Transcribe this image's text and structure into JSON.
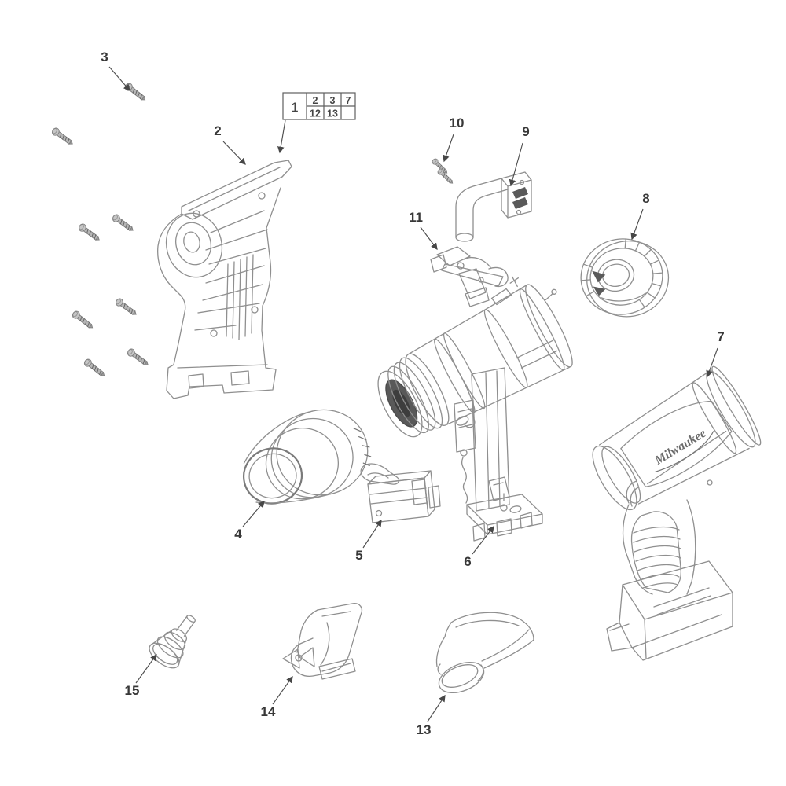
{
  "diagram": {
    "background_color": "#ffffff",
    "line_color": "#8f8f8f",
    "label_color": "#383838"
  },
  "brand": {
    "logo_text": "Milwaukee"
  },
  "reference_table": {
    "assembly_cell": "1",
    "row1": [
      "2",
      "3",
      "7"
    ],
    "row2": [
      "12",
      "13",
      ""
    ]
  },
  "callouts": {
    "part2": "2",
    "part3": "3",
    "part4": "4",
    "part5": "5",
    "part6": "6",
    "part7": "7",
    "part8": "8",
    "part9": "9",
    "part10": "10",
    "part11": "11",
    "part13": "13",
    "part14": "14",
    "part15": "15"
  }
}
